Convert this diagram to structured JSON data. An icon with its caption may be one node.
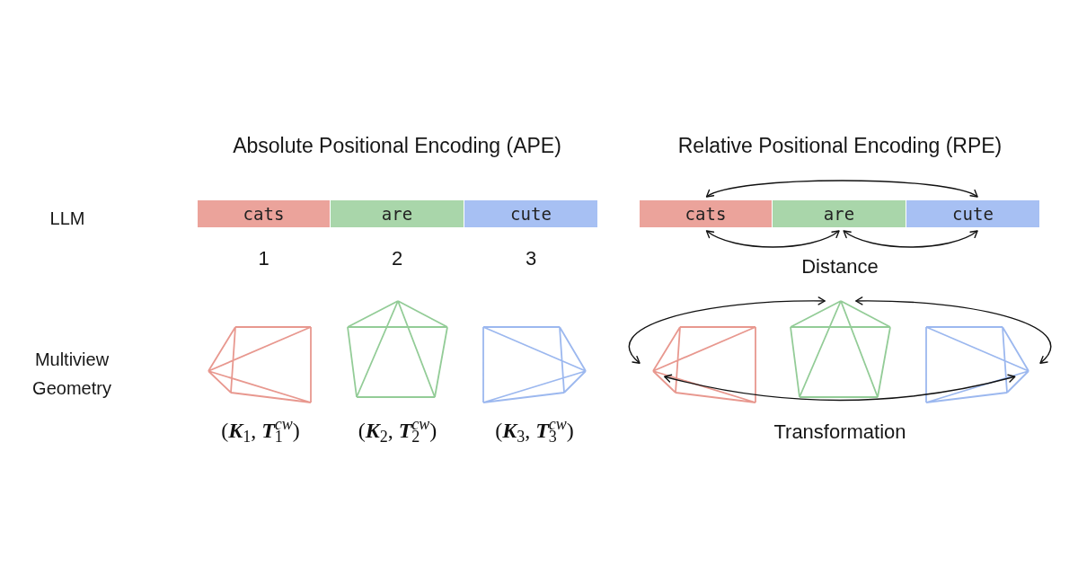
{
  "diagram": {
    "nodes": [
      {
        "text": [
          "cats"
        ],
        "beside": [
          "1"
        ]
      },
      {
        "text": [
          "are"
        ],
        "beside": [
          "2"
        ]
      },
      {
        "text": [
          "cute"
        ],
        "beside": [
          "3"
        ]
      },
      {
        "text": [
          "cats"
        ]
      },
      {
        "text": [
          "are"
        ]
      },
      {
        "text": [
          "cute"
        ]
      },
      {
        "text": [],
        "shape": "picture",
        "beside": [
          "(**K**$_{1}$, **T**$_{1}$$^{cw}$)"
        ]
      },
      {
        "text": [],
        "shape": "picture",
        "beside": [
          "(**K**$_{2}$, **T**$_{2}$$^{cw}$)"
        ]
      },
      {
        "text": [],
        "shape": "picture",
        "beside": [
          "(**K**$_{3}$, **T**$_{3}$$^{cw}$)"
        ]
      },
      {
        "text": [],
        "shape": "picture"
      },
      {
        "text": [],
        "shape": "picture"
      },
      {
        "text": [],
        "shape": "picture"
      }
    ],
    "edges": [
      {
        "from": 3,
        "to": 5,
        "arrow": "both"
      },
      {
        "from": 3,
        "to": 4,
        "arrow": "both"
      },
      {
        "from": 4,
        "to": 5,
        "arrow": "both"
      },
      {
        "from": 9,
        "to": 10,
        "arrow": "both"
      },
      {
        "from": 10,
        "to": 11,
        "arrow": "both"
      },
      {
        "from": 9,
        "to": 11,
        "arrow": "both"
      }
    ],
    "labels": [
      "Absolute Positional Encoding (APE)",
      "Relative Positional Encoding (RPE)",
      "LLM",
      "Distance",
      "Multiview Geometry",
      "Transformation"
    ]
  }
}
